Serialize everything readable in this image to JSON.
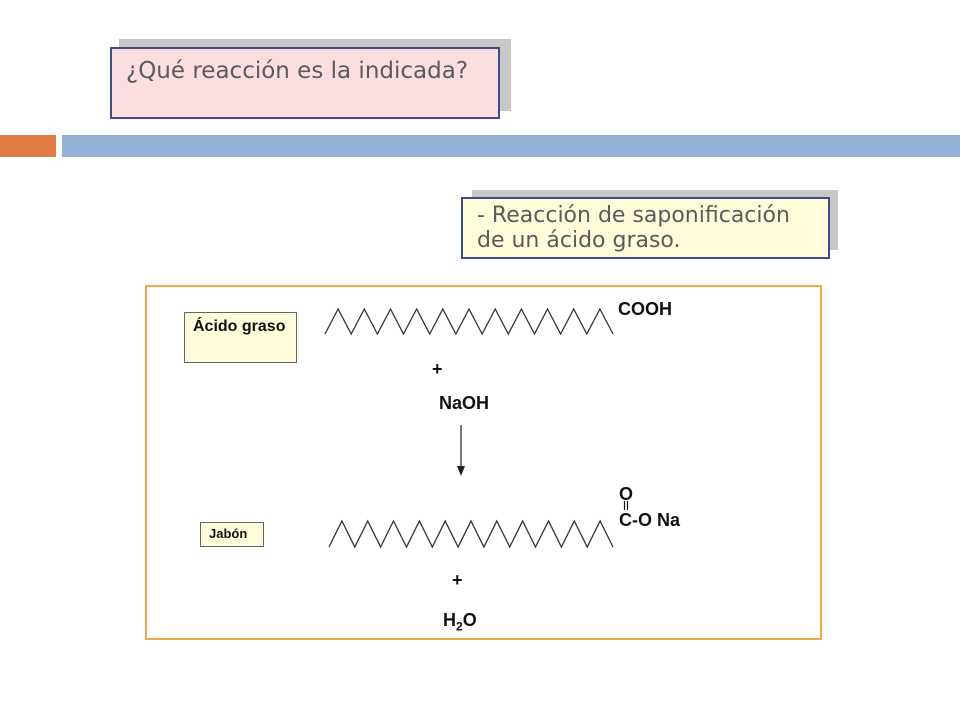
{
  "question": {
    "text": "¿Qué reacción es la indicada?"
  },
  "answer": {
    "text": "- Reacción de saponificación de un ácido graso."
  },
  "diagram": {
    "reactant_label": "Ácido graso",
    "reactant_group": "COOH",
    "plus_1": "+",
    "reagent": "NaOH",
    "product_label": "Jabón",
    "carbonyl_oxygen": "O",
    "product_group": "C-O Na",
    "plus_2": "+",
    "water_prefix": "H",
    "water_subscript": "2",
    "water_suffix": "O"
  },
  "colors": {
    "question_bg": "#fcdde0",
    "answer_bg": "#fefcd9",
    "box_border": "#3f4a8f",
    "frame_border": "#f0a848",
    "bar_orange": "#e07b44",
    "bar_blue": "#93b1d4"
  }
}
